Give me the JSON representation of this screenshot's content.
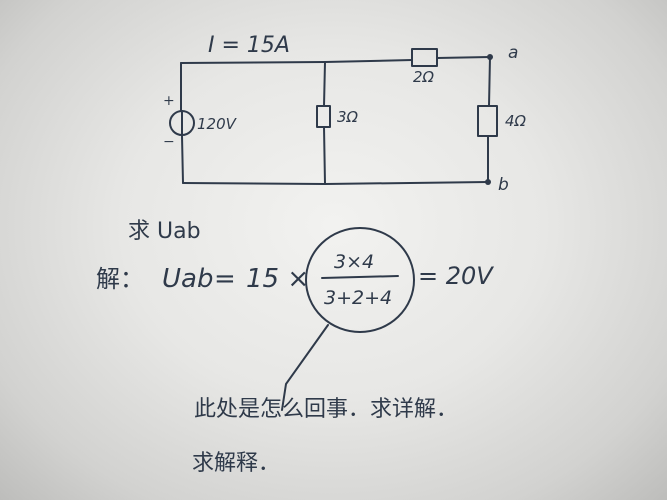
{
  "circuit": {
    "current_label": "I = 15A",
    "source_value": "120V",
    "source_plus": "+",
    "source_minus": "−",
    "r_middle": "3Ω",
    "r_top": "2Ω",
    "r_right": "4Ω",
    "node_a": "a",
    "node_b": "b"
  },
  "question": {
    "prompt": "求 Uab"
  },
  "solution": {
    "prefix": "解：",
    "lhs": "Uab",
    "equals": "=",
    "factor": "15 ×",
    "numerator": "3×4",
    "denominator": "3+2+4",
    "result": "= 20V"
  },
  "note": {
    "line1": "此处是怎么回事．求详解．",
    "line2": "求解释．"
  }
}
